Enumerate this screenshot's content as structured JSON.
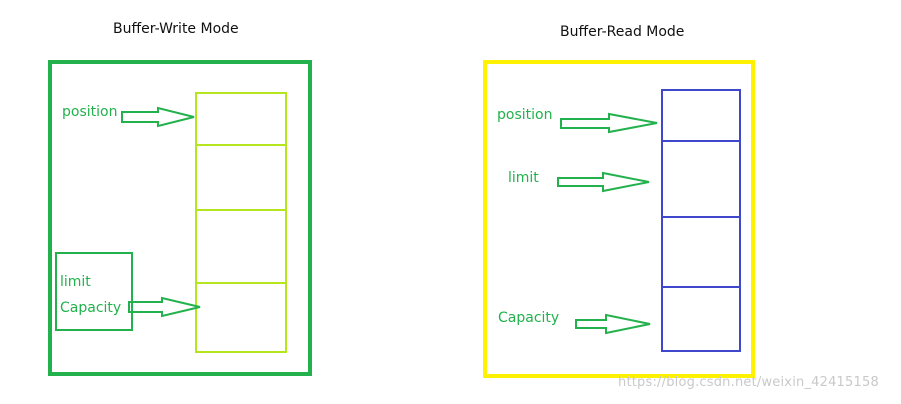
{
  "colors": {
    "green": "#22b14c",
    "light_green": "#b5e61d",
    "yellow": "#fff200",
    "blue": "#3f48cc",
    "label_green": "#22b14c",
    "watermark": "#c9c9c9"
  },
  "write_mode": {
    "title": "Buffer-Write Mode",
    "labels": {
      "position": "position",
      "limit": "limit",
      "capacity": "Capacity"
    }
  },
  "read_mode": {
    "title": "Buffer-Read Mode",
    "labels": {
      "position": "position",
      "limit": "limit",
      "capacity": "Capacity"
    }
  },
  "watermark": "https://blog.csdn.net/weixin_42415158"
}
